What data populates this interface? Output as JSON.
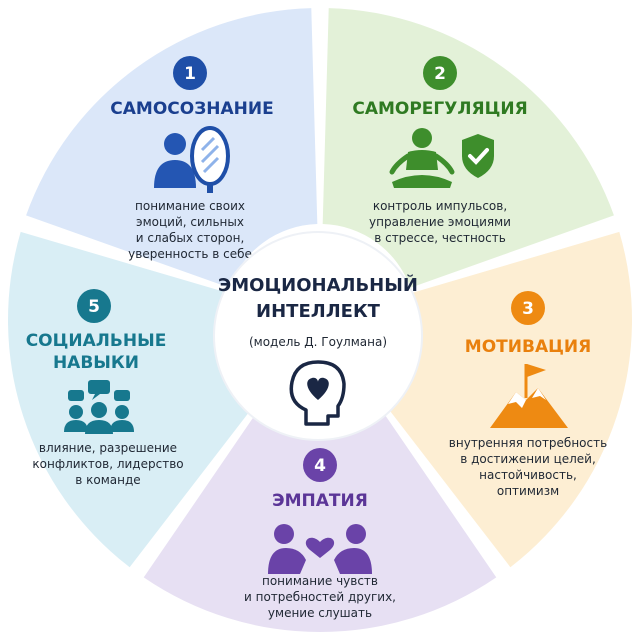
{
  "center": {
    "title_line1": "ЭМОЦИОНАЛЬНЫЙ",
    "title_line2": "ИНТЕЛЛЕКТ",
    "subtitle": "(модель Д. Гоулмана)"
  },
  "segments": [
    {
      "number": "1",
      "title": "САМОСОЗНАНИЕ",
      "title_lines": [
        "САМОСОЗНАНИЕ"
      ],
      "desc": [
        "понимание своих",
        "эмоций, сильных",
        "и слабых сторон,",
        "уверенность в себе"
      ],
      "icon": "person-mirror-icon",
      "fill": "#dbe7f9",
      "accent": "#1f4fa8",
      "title_color": "#1a3f8f"
    },
    {
      "number": "2",
      "title": "САМОРЕГУЛЯЦИЯ",
      "title_lines": [
        "САМОРЕГУЛЯЦИЯ"
      ],
      "desc": [
        "контроль импульсов,",
        "управление эмоциями",
        "в стрессе, честность"
      ],
      "icon": "meditation-shield-icon",
      "fill": "#e3f1d8",
      "accent": "#3e8e2c",
      "title_color": "#2f7a22"
    },
    {
      "number": "3",
      "title": "МОТИВАЦИЯ",
      "title_lines": [
        "МОТИВАЦИЯ"
      ],
      "desc": [
        "внутренняя потребность",
        "в достижении целей,",
        "настойчивость,",
        "оптимизм"
      ],
      "icon": "mountain-flag-icon",
      "fill": "#fdeed3",
      "accent": "#ee8a12",
      "title_color": "#e9800d"
    },
    {
      "number": "4",
      "title": "ЭМПАТИЯ",
      "title_lines": [
        "ЭМПАТИЯ"
      ],
      "desc": [
        "понимание чувств",
        "и потребностей других,",
        "умение слушать"
      ],
      "icon": "people-heart-icon",
      "fill": "#e7e0f3",
      "accent": "#6a43a8",
      "title_color": "#5b3597"
    },
    {
      "number": "5",
      "title": "СОЦИАЛЬНЫЕ НАВЫКИ",
      "title_lines": [
        "СОЦИАЛЬНЫЕ",
        "НАВЫКИ"
      ],
      "desc": [
        "влияние, разрешение",
        "конфликтов, лидерство",
        "в команде"
      ],
      "icon": "group-chat-icon",
      "fill": "#d9eef5",
      "accent": "#17788e",
      "title_color": "#17788e"
    }
  ],
  "center_icon": "head-heart-icon",
  "colors": {
    "center_ring": "#ffffff",
    "center_icon": "#1a2744"
  }
}
